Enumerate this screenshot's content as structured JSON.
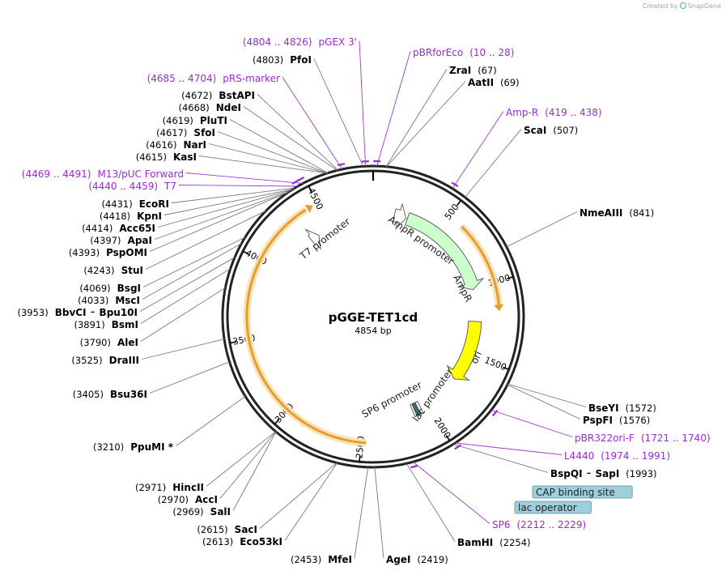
{
  "credit": {
    "text": "Created by",
    "brand": "SnapGene"
  },
  "plasmid": {
    "name": "pGGE-TET1cd",
    "length_label": "4854 bp",
    "length": 4854
  },
  "ticks": [
    {
      "bp": 500,
      "label": "500"
    },
    {
      "bp": 1000,
      "label": "1000"
    },
    {
      "bp": 1500,
      "label": "1500"
    },
    {
      "bp": 2000,
      "label": "2000"
    },
    {
      "bp": 2500,
      "label": "2500"
    },
    {
      "bp": 3000,
      "label": "3000"
    },
    {
      "bp": 3500,
      "label": "3500"
    },
    {
      "bp": 4000,
      "label": "4000"
    },
    {
      "bp": 4500,
      "label": "4500"
    }
  ],
  "enzymes": [
    {
      "name": "PfoI",
      "pos": "(4803)",
      "bp": 4803
    },
    {
      "name": "ZraI",
      "pos": "(67)",
      "bp": 67
    },
    {
      "name": "AatII",
      "pos": "(69)",
      "bp": 69
    },
    {
      "name": "ScaI",
      "pos": "(507)",
      "bp": 507
    },
    {
      "name": "NmeAIII",
      "pos": "(841)",
      "bp": 841
    },
    {
      "name": "BseYI",
      "pos": "(1572)",
      "bp": 1572
    },
    {
      "name": "PspFI",
      "pos": "(1576)",
      "bp": 1576
    },
    {
      "name": "BspQI",
      "name2": "SapI",
      "pos": "(1993)",
      "bp": 1993
    },
    {
      "name": "BamHI",
      "pos": "(2254)",
      "bp": 2254
    },
    {
      "name": "AgeI",
      "pos": "(2419)",
      "bp": 2419
    },
    {
      "name": "MfeI",
      "pos": "(2453)",
      "bp": 2453
    },
    {
      "name": "Eco53kI",
      "pos": "(2613)",
      "bp": 2613
    },
    {
      "name": "SacI",
      "pos": "(2615)",
      "bp": 2615
    },
    {
      "name": "SalI",
      "pos": "(2969)",
      "bp": 2969
    },
    {
      "name": "AccI",
      "pos": "(2970)",
      "bp": 2970
    },
    {
      "name": "HincII",
      "pos": "(2971)",
      "bp": 2971
    },
    {
      "name": "PpuMI *",
      "pos": "(3210)",
      "bp": 3210
    },
    {
      "name": "Bsu36I",
      "pos": "(3405)",
      "bp": 3405
    },
    {
      "name": "DraIII",
      "pos": "(3525)",
      "bp": 3525
    },
    {
      "name": "AleI",
      "pos": "(3790)",
      "bp": 3790
    },
    {
      "name": "BsmI",
      "pos": "(3891)",
      "bp": 3891
    },
    {
      "name": "BbvCI",
      "name2": "Bpu10I",
      "pos": "(3953)",
      "bp": 3953
    },
    {
      "name": "MscI",
      "pos": "(4033)",
      "bp": 4033
    },
    {
      "name": "BsgI",
      "pos": "(4069)",
      "bp": 4069
    },
    {
      "name": "StuI",
      "pos": "(4243)",
      "bp": 4243
    },
    {
      "name": "PspOMI",
      "pos": "(4393)",
      "bp": 4393
    },
    {
      "name": "ApaI",
      "pos": "(4397)",
      "bp": 4397
    },
    {
      "name": "Acc65I",
      "pos": "(4414)",
      "bp": 4414
    },
    {
      "name": "KpnI",
      "pos": "(4418)",
      "bp": 4418
    },
    {
      "name": "EcoRI",
      "pos": "(4431)",
      "bp": 4431
    },
    {
      "name": "KasI",
      "pos": "(4615)",
      "bp": 4615
    },
    {
      "name": "NarI",
      "pos": "(4616)",
      "bp": 4616
    },
    {
      "name": "SfoI",
      "pos": "(4617)",
      "bp": 4617
    },
    {
      "name": "PluTI",
      "pos": "(4619)",
      "bp": 4619
    },
    {
      "name": "NdeI",
      "pos": "(4668)",
      "bp": 4668
    },
    {
      "name": "BstAPI",
      "pos": "(4672)",
      "bp": 4672
    }
  ],
  "primers": [
    {
      "name": "pGEX 3'",
      "range": "(4804 .. 4826)",
      "bp": 4815
    },
    {
      "name": "pRS-marker",
      "range": "(4685 .. 4704)",
      "bp": 4694
    },
    {
      "name": "pBRforEco",
      "range": "(10 .. 28)",
      "bp": 19
    },
    {
      "name": "Amp-R",
      "range": "(419 .. 438)",
      "bp": 428
    },
    {
      "name": "M13/pUC Forward",
      "range": "(4469 .. 4491)",
      "bp": 4480
    },
    {
      "name": "T7",
      "range": "(4440 .. 4459)",
      "bp": 4449
    },
    {
      "name": "pBR322ori-F",
      "range": "(1721 .. 1740)",
      "bp": 1730
    },
    {
      "name": "L4440",
      "range": "(1974 .. 1991)",
      "bp": 1982
    },
    {
      "name": "SP6",
      "range": "(2212 .. 2229)",
      "bp": 2220
    }
  ],
  "features": [
    {
      "name": "AmpR promoter",
      "color": "#ffffff"
    },
    {
      "name": "AmpR",
      "color": "#ccffcc"
    },
    {
      "name": "ori",
      "color": "#ffff00"
    },
    {
      "name": "lac promoter",
      "color": "#ffffff"
    },
    {
      "name": "SP6 promoter",
      "color": "#ffffff"
    },
    {
      "name": "T7 promoter",
      "color": "#ffffff"
    },
    {
      "name": "CAP binding site",
      "color": "#9dcfdc"
    },
    {
      "name": "lac operator",
      "color": "#9dcfdc"
    }
  ],
  "colors": {
    "primer": "#9a2bd6",
    "orf_outline": "#e69d2c",
    "orf_glow": "#fbe2b8",
    "backbone": "#222222"
  }
}
